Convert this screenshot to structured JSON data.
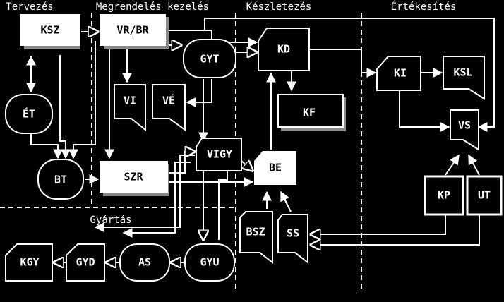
{
  "colors": {
    "background": "#000000",
    "foreground": "#ffffff"
  },
  "sections": {
    "tervezes": "Tervezés",
    "megrendeles": "Megrendelés kezelés",
    "keszletezes": "Készletezés",
    "ertekesites": "Értékesítés",
    "gyartas": "Gyártás"
  },
  "nodes": {
    "ksz": "KSZ",
    "vrbr": "VR/BR",
    "gyt": "GYT",
    "kd": "KD",
    "et": "ÉT",
    "vi": "VI",
    "ve": "VÉ",
    "kf": "KF",
    "ki": "KI",
    "ksl": "KSL",
    "vs": "VS",
    "bt": "BT",
    "szr": "SZR",
    "vigy": "VIGY",
    "be": "BE",
    "kp": "KP",
    "ut": "UT",
    "bsz": "BSZ",
    "ss": "SS",
    "kgy": "KGY",
    "gyd": "GYD",
    "as": "AS",
    "gyu": "GYU"
  }
}
